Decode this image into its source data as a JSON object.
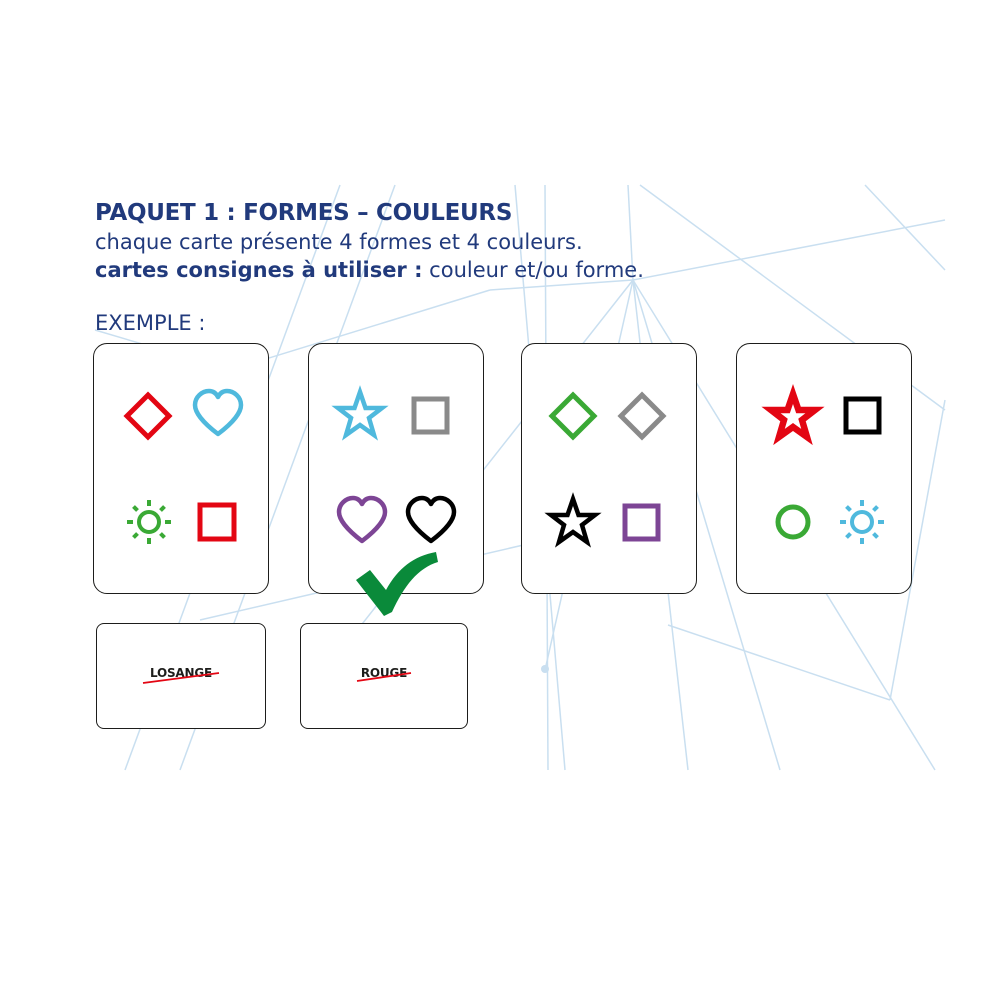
{
  "header": {
    "title": "PAQUET 1 : FORMES – COULEURS",
    "line2": "chaque carte présente 4 formes et 4 couleurs.",
    "line3_bold": "cartes consignes à utiliser :",
    "line3_rest": " couleur et/ou forme."
  },
  "example_label": "EXEMPLE :",
  "colors": {
    "title": "#213a7c",
    "red": "#e30613",
    "blue": "#4fb9dd",
    "green": "#3aa935",
    "gray": "#8a8a8a",
    "purple": "#7d4595",
    "black": "#000000",
    "check": "#0a8a3a",
    "lines": "#c9dff0"
  },
  "cards": [
    {
      "shapes": [
        {
          "icon": "diamond-icon",
          "color": "#e30613"
        },
        {
          "icon": "heart-icon",
          "color": "#4fb9dd"
        },
        {
          "icon": "sun-icon",
          "color": "#3aa935"
        },
        {
          "icon": "square-icon",
          "color": "#e30613"
        }
      ]
    },
    {
      "shapes": [
        {
          "icon": "star-icon",
          "color": "#4fb9dd"
        },
        {
          "icon": "square-icon",
          "color": "#8a8a8a"
        },
        {
          "icon": "heart-icon",
          "color": "#7d4595"
        },
        {
          "icon": "heart-icon",
          "color": "#000000"
        }
      ]
    },
    {
      "shapes": [
        {
          "icon": "diamond-icon",
          "color": "#3aa935"
        },
        {
          "icon": "diamond-icon",
          "color": "#8a8a8a"
        },
        {
          "icon": "star-icon",
          "color": "#000000"
        },
        {
          "icon": "square-icon",
          "color": "#7d4595"
        }
      ]
    },
    {
      "shapes": [
        {
          "icon": "star-icon",
          "color": "#e30613"
        },
        {
          "icon": "square-icon",
          "color": "#000000"
        },
        {
          "icon": "circle-icon",
          "color": "#3aa935"
        },
        {
          "icon": "sun-icon",
          "color": "#4fb9dd"
        }
      ]
    }
  ],
  "rule_cards": [
    {
      "word": "LOSANGE"
    },
    {
      "word": "ROUGE"
    }
  ]
}
